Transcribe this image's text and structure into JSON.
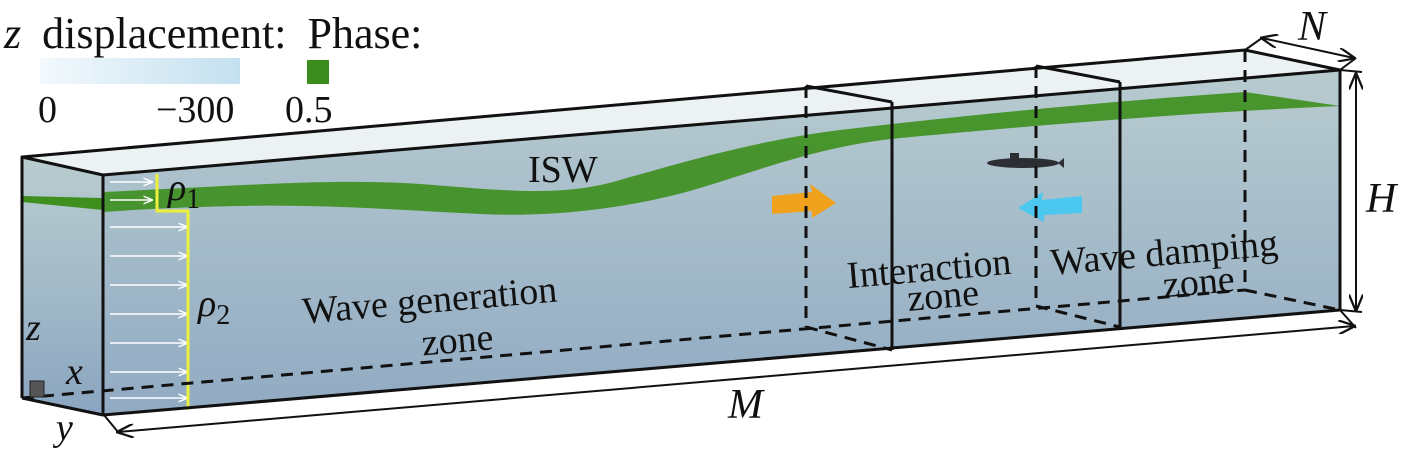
{
  "legend": {
    "displacement_var": "z",
    "displacement_label": "displacement:",
    "phase_label": "Phase:",
    "displacement_min": "0",
    "displacement_max": "−300",
    "phase_value": "0.5",
    "displacement_colors": [
      "#f3f9fd",
      "#c4e0ef"
    ],
    "phase_color": "#3d8c1e"
  },
  "labels": {
    "isw": "ISW",
    "rho1": "ρ",
    "rho1_sub": "1",
    "rho2": "ρ",
    "rho2_sub": "2",
    "wave_generation_line1": "Wave generation",
    "wave_generation_line2": "zone",
    "interaction_line1": "Interaction",
    "interaction_line2": "zone",
    "damping_line1": "Wave damping",
    "damping_line2": "zone"
  },
  "dimensions": {
    "length": "M",
    "width": "N",
    "height": "H"
  },
  "axes": {
    "x": "x",
    "y": "y",
    "z": "z"
  },
  "colors": {
    "water_top": "#b2c7cb",
    "water_bottom": "#8aa5bf",
    "interface": "#3f8f1f",
    "profile_line": "#ecf03a",
    "arrow_orange": "#f0a21c",
    "arrow_blue": "#4cc7ef",
    "edge": "#111111"
  }
}
